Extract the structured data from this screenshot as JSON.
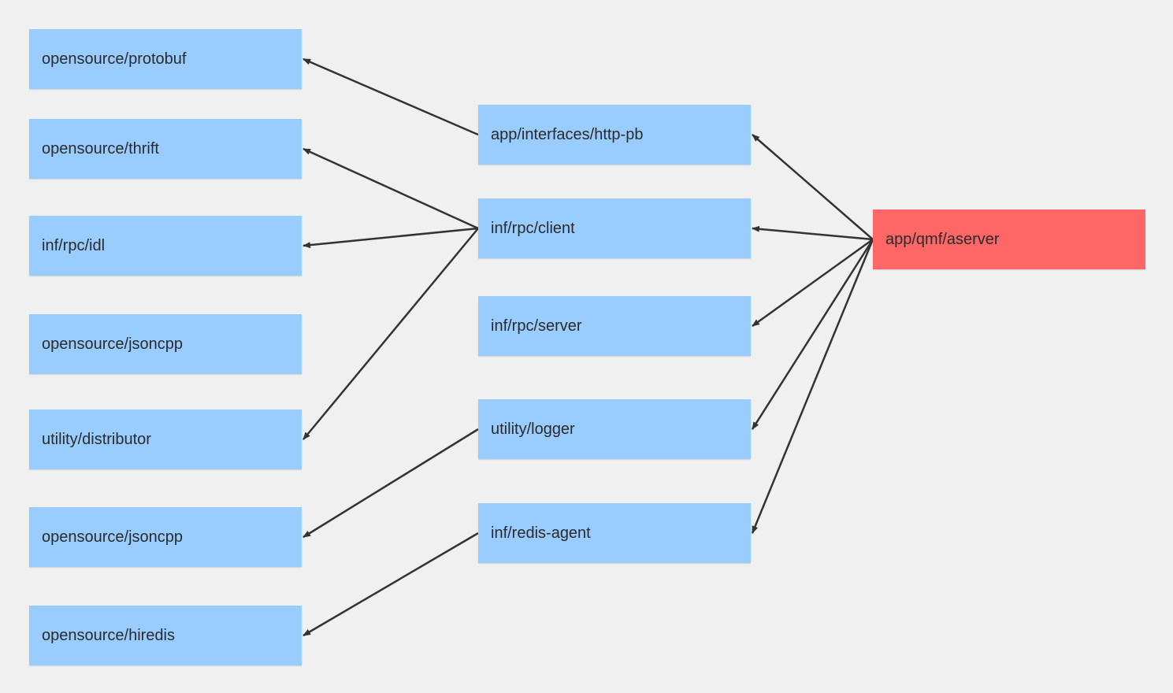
{
  "colors": {
    "background": "#f0f0f0",
    "module": "#99ccff",
    "target": "#ff6666",
    "edge": "#333333"
  },
  "nodes": {
    "protobuf": "opensource/protobuf",
    "thrift": "opensource/thrift",
    "idl": "inf/rpc/idl",
    "jsoncpp1": "opensource/jsoncpp",
    "distributor": "utility/distributor",
    "jsoncpp2": "opensource/jsoncpp",
    "hiredis": "opensource/hiredis",
    "httppb": "app/interfaces/http-pb",
    "client": "inf/rpc/client",
    "server": "inf/rpc/server",
    "logger": "utility/logger",
    "redisagent": "inf/redis-agent",
    "aserver": "app/qmf/aserver"
  },
  "edges": [
    {
      "from": "aserver",
      "to": "httppb"
    },
    {
      "from": "aserver",
      "to": "client"
    },
    {
      "from": "aserver",
      "to": "server"
    },
    {
      "from": "aserver",
      "to": "logger"
    },
    {
      "from": "aserver",
      "to": "redisagent"
    },
    {
      "from": "httppb",
      "to": "protobuf"
    },
    {
      "from": "client",
      "to": "thrift"
    },
    {
      "from": "client",
      "to": "idl"
    },
    {
      "from": "client",
      "to": "distributor"
    },
    {
      "from": "logger",
      "to": "jsoncpp2"
    },
    {
      "from": "redisagent",
      "to": "hiredis"
    }
  ]
}
